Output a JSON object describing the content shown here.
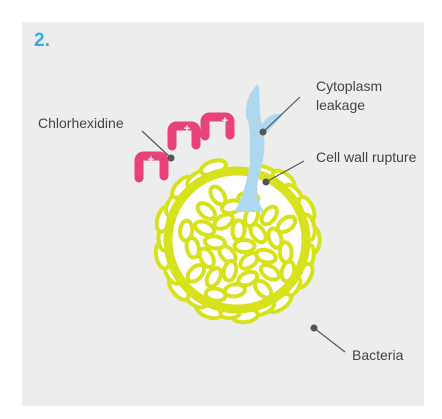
{
  "step_number": "2.",
  "labels": {
    "chlorhexidine": "Chlorhexidine",
    "cytoplasm_line1": "Cytoplasm",
    "cytoplasm_line2": "leakage",
    "cell_wall_rupture": "Cell wall rupture",
    "bacteria": "Bacteria"
  },
  "molecule_charge_symbol": "+",
  "colors": {
    "background": "#ededed",
    "accent_blue": "#3aa9e6",
    "bacteria_lime": "#d7e21c",
    "cell_interior": "#ffffff",
    "chlorhexidine_pink": "#e8417b",
    "cytoplasm_blue": "#aed8f0",
    "label_text": "#444444",
    "leader_line": "#555555"
  }
}
